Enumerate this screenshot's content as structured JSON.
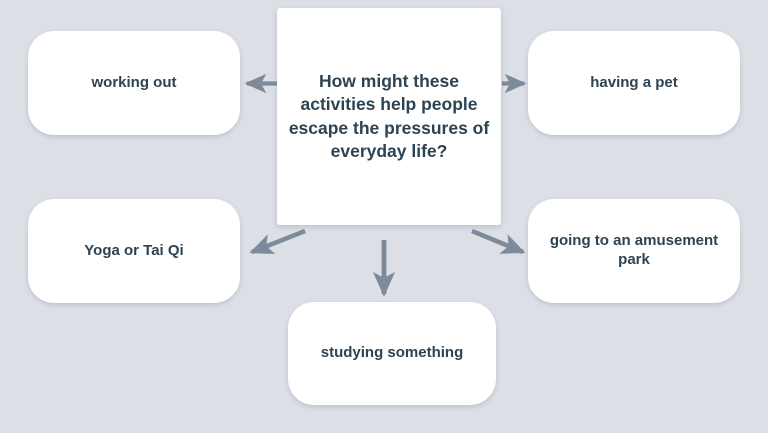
{
  "diagram": {
    "type": "mind-map",
    "background_color": "#dcdfe6",
    "node_fill_color": "#ffffff",
    "text_color": "#2e4352",
    "arrow_color": "#7d8a9a",
    "center": {
      "id": "center",
      "text": "How might these activities help people escape the pressures of everyday life?"
    },
    "branches": [
      {
        "id": "working-out",
        "text": "working out",
        "direction": "left"
      },
      {
        "id": "having-a-pet",
        "text": "having a pet",
        "direction": "right"
      },
      {
        "id": "yoga",
        "text": "Yoga or Tai Qi",
        "direction": "down-left"
      },
      {
        "id": "amusement-park",
        "text": "going to an amusement park",
        "direction": "down-right"
      },
      {
        "id": "studying",
        "text": "studying something",
        "direction": "down"
      }
    ]
  },
  "connectors": [
    {
      "name": "arrow-center-to-working-out",
      "points_to": "working out"
    },
    {
      "name": "arrow-center-to-having-a-pet",
      "points_to": "having a pet"
    },
    {
      "name": "arrow-center-to-yoga",
      "points_to": "Yoga or Tai Qi"
    },
    {
      "name": "arrow-center-to-amusement-park",
      "points_to": "going to an amusement park"
    },
    {
      "name": "arrow-center-to-studying",
      "points_to": "studying something"
    }
  ]
}
